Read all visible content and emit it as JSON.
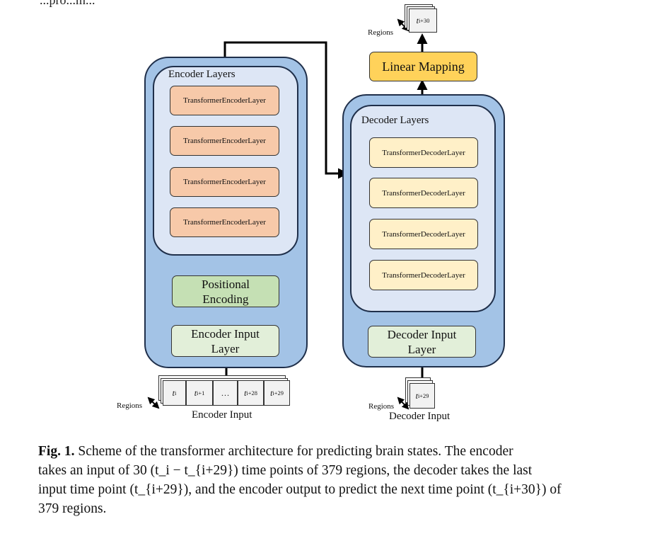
{
  "top_text": "...pro...m...",
  "encoder": {
    "group_label": "Encoder Layers",
    "layers": [
      "TransformerEncoderLayer",
      "TransformerEncoderLayer",
      "TransformerEncoderLayer",
      "TransformerEncoderLayer"
    ],
    "positional_line1": "Positional",
    "positional_line2": "Encoding",
    "input_layer_line1": "Encoder Input",
    "input_layer_line2": "Layer",
    "input_cells": [
      "t",
      "t",
      "…",
      "t",
      "t"
    ],
    "input_cell_subs": [
      "i",
      "i+1",
      "",
      "i+28",
      "i+29"
    ],
    "input_label": "Encoder Input",
    "regions_label": "Regions"
  },
  "decoder": {
    "group_label": "Decoder Layers",
    "layers": [
      "TransformerDecoderLayer",
      "TransformerDecoderLayer",
      "TransformerDecoderLayer",
      "TransformerDecoderLayer"
    ],
    "input_layer_line1": "Decoder Input",
    "input_layer_line2": "Layer",
    "input_cell": "t",
    "input_cell_sub": "i+29",
    "input_label": "Decoder Input",
    "regions_label": "Regions"
  },
  "linear_mapping": "Linear Mapping",
  "output": {
    "cell": "t",
    "cell_sub": "i+30",
    "regions_label": "Regions"
  },
  "caption": {
    "label": "Fig. 1.",
    "line1": "Scheme of the transformer architecture for predicting brain states. The encoder",
    "line2": "takes an input of 30 (t_i − t_{i+29}) time points of 379 regions, the decoder takes the last",
    "line3": "input time point (t_{i+29}), and the encoder output to predict the next time point (t_{i+30}) of",
    "line4": "379 regions."
  },
  "colors": {
    "outer_block": "#a3c3e6",
    "inner_block": "#dde6f5",
    "encoder_layer": "#f7c9a9",
    "decoder_layer": "#fff0c8",
    "positional_encoding": "#c5e0b4",
    "input_layer": "#e2efd9",
    "linear_mapping": "#ffd25a"
  }
}
